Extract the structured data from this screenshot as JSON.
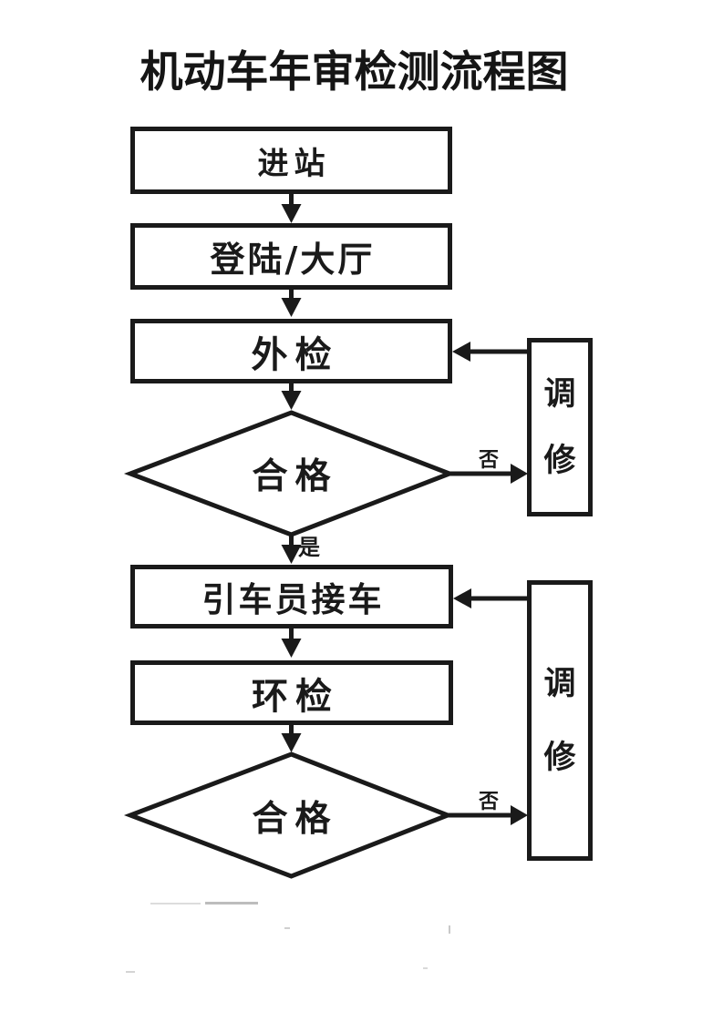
{
  "title": "机动车年审检测流程图",
  "flowchart": {
    "nodes": {
      "enter_station": {
        "label": "进站"
      },
      "login_hall": {
        "label": "登陆/大厅"
      },
      "external_inspection": {
        "label": "外检"
      },
      "decision_qualified_1": {
        "label": "合格"
      },
      "driver_pickup": {
        "label": "引车员接车"
      },
      "environmental_inspection": {
        "label": "环检"
      },
      "decision_qualified_2": {
        "label": "合格"
      },
      "repair_1": {
        "label": "调修",
        "chars": [
          "调",
          "修"
        ]
      },
      "repair_2": {
        "label": "调修",
        "chars": [
          "调",
          "修"
        ]
      }
    },
    "edge_labels": {
      "yes": "是",
      "no_1": "否",
      "no_2": "否"
    },
    "colors": {
      "ink": "#1a1a1a",
      "paper": "#ffffff"
    }
  }
}
